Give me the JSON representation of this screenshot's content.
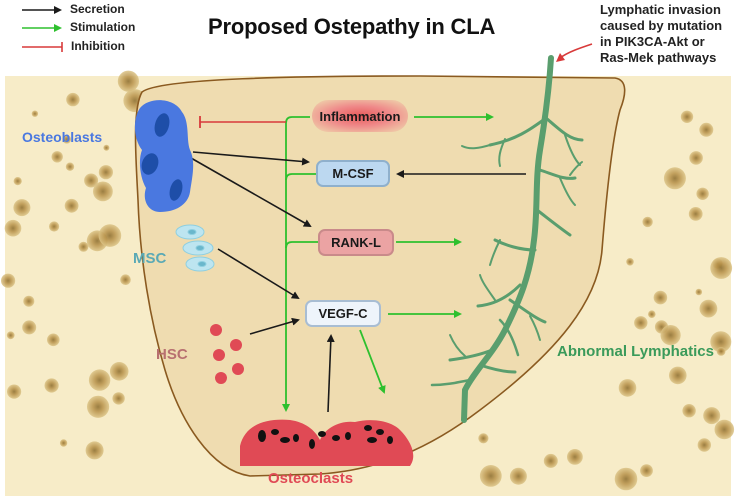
{
  "title": "Proposed Ostepathy in CLA",
  "legend": [
    {
      "label": "Secretion",
      "color": "#1a1a1a",
      "type": "arrow"
    },
    {
      "label": "Stimulation",
      "color": "#2ec02e",
      "type": "arrow"
    },
    {
      "label": "Inhibition",
      "color": "#d83a3a",
      "type": "tee"
    }
  ],
  "annotation": {
    "lines": [
      "Lymphatic invasion",
      "caused by mutation",
      "in PIK3CA-Akt or",
      "Ras-Mek pathways"
    ]
  },
  "cells": {
    "osteoblasts": {
      "label": "Osteoblasts",
      "color": "#4a78e0"
    },
    "msc": {
      "label": "MSC",
      "color": "#5aa9b5"
    },
    "hsc": {
      "label": "HSC",
      "color": "#b87070"
    },
    "osteoclasts": {
      "label": "Osteoclasts",
      "color": "#e04a55"
    },
    "lymphatics": {
      "label": "Abnormal Lymphatics",
      "color": "#3a9a5a"
    }
  },
  "factors": {
    "inflammation": "Inflammation",
    "mcsf": "M-CSF",
    "rankl": "RANK-L",
    "vegfc": "VEGF-C"
  },
  "colors": {
    "secretion": "#1a1a1a",
    "stimulation": "#2ec02e",
    "inhibition": "#d83a3a",
    "bone_background": "#f7ecc8",
    "marrow": "#efdcb0",
    "lymphatic_vessel": "#5a9e6e"
  }
}
